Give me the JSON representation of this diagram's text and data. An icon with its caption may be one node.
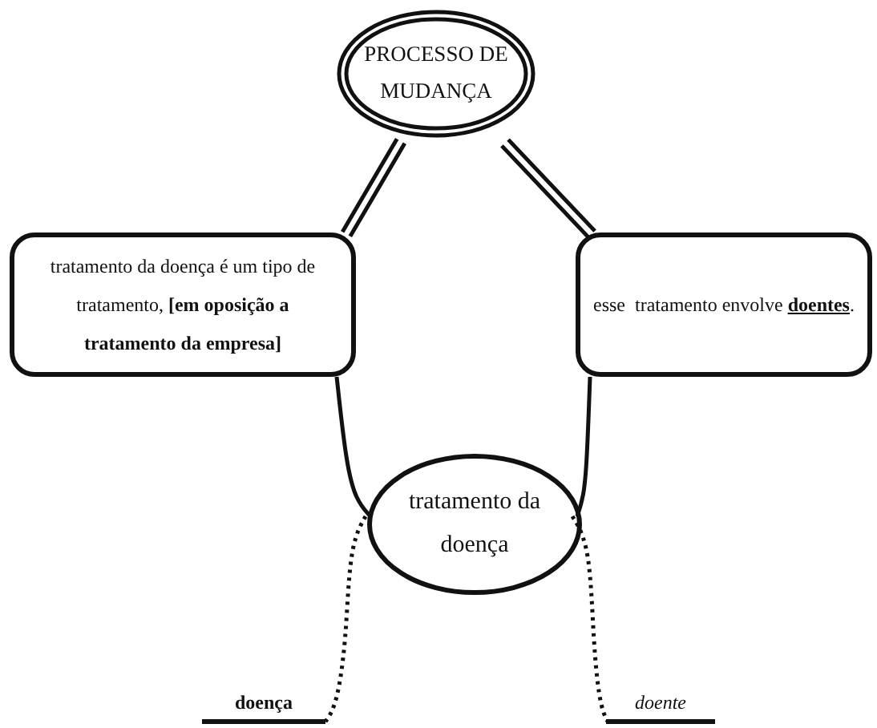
{
  "diagram": {
    "nodes": [
      {
        "text": [
          "PROCESSO DE MUDANÇA"
        ]
      },
      {
        "text": [
          "tratamento da doença é um tipo de tratamento, **[em oposição a tratamento da empresa]**"
        ]
      },
      {
        "text": [
          "esse  tratamento envolve **doentes**."
        ]
      },
      {
        "text": [
          "tratamento da doença"
        ]
      },
      {
        "text": [
          "doença"
        ]
      },
      {
        "text": [
          "doente"
        ]
      }
    ],
    "edges": [
      {
        "from": 0,
        "to": 1,
        "arrow": "none"
      },
      {
        "from": 0,
        "to": 2,
        "arrow": "none"
      },
      {
        "from": 1,
        "to": 3,
        "arrow": "none"
      },
      {
        "from": 2,
        "to": 3,
        "arrow": "none"
      },
      {
        "from": 3,
        "to": 4,
        "arrow": "none",
        "style": "dashed"
      },
      {
        "from": 3,
        "to": 5,
        "arrow": "none",
        "style": "dashed"
      }
    ]
  }
}
